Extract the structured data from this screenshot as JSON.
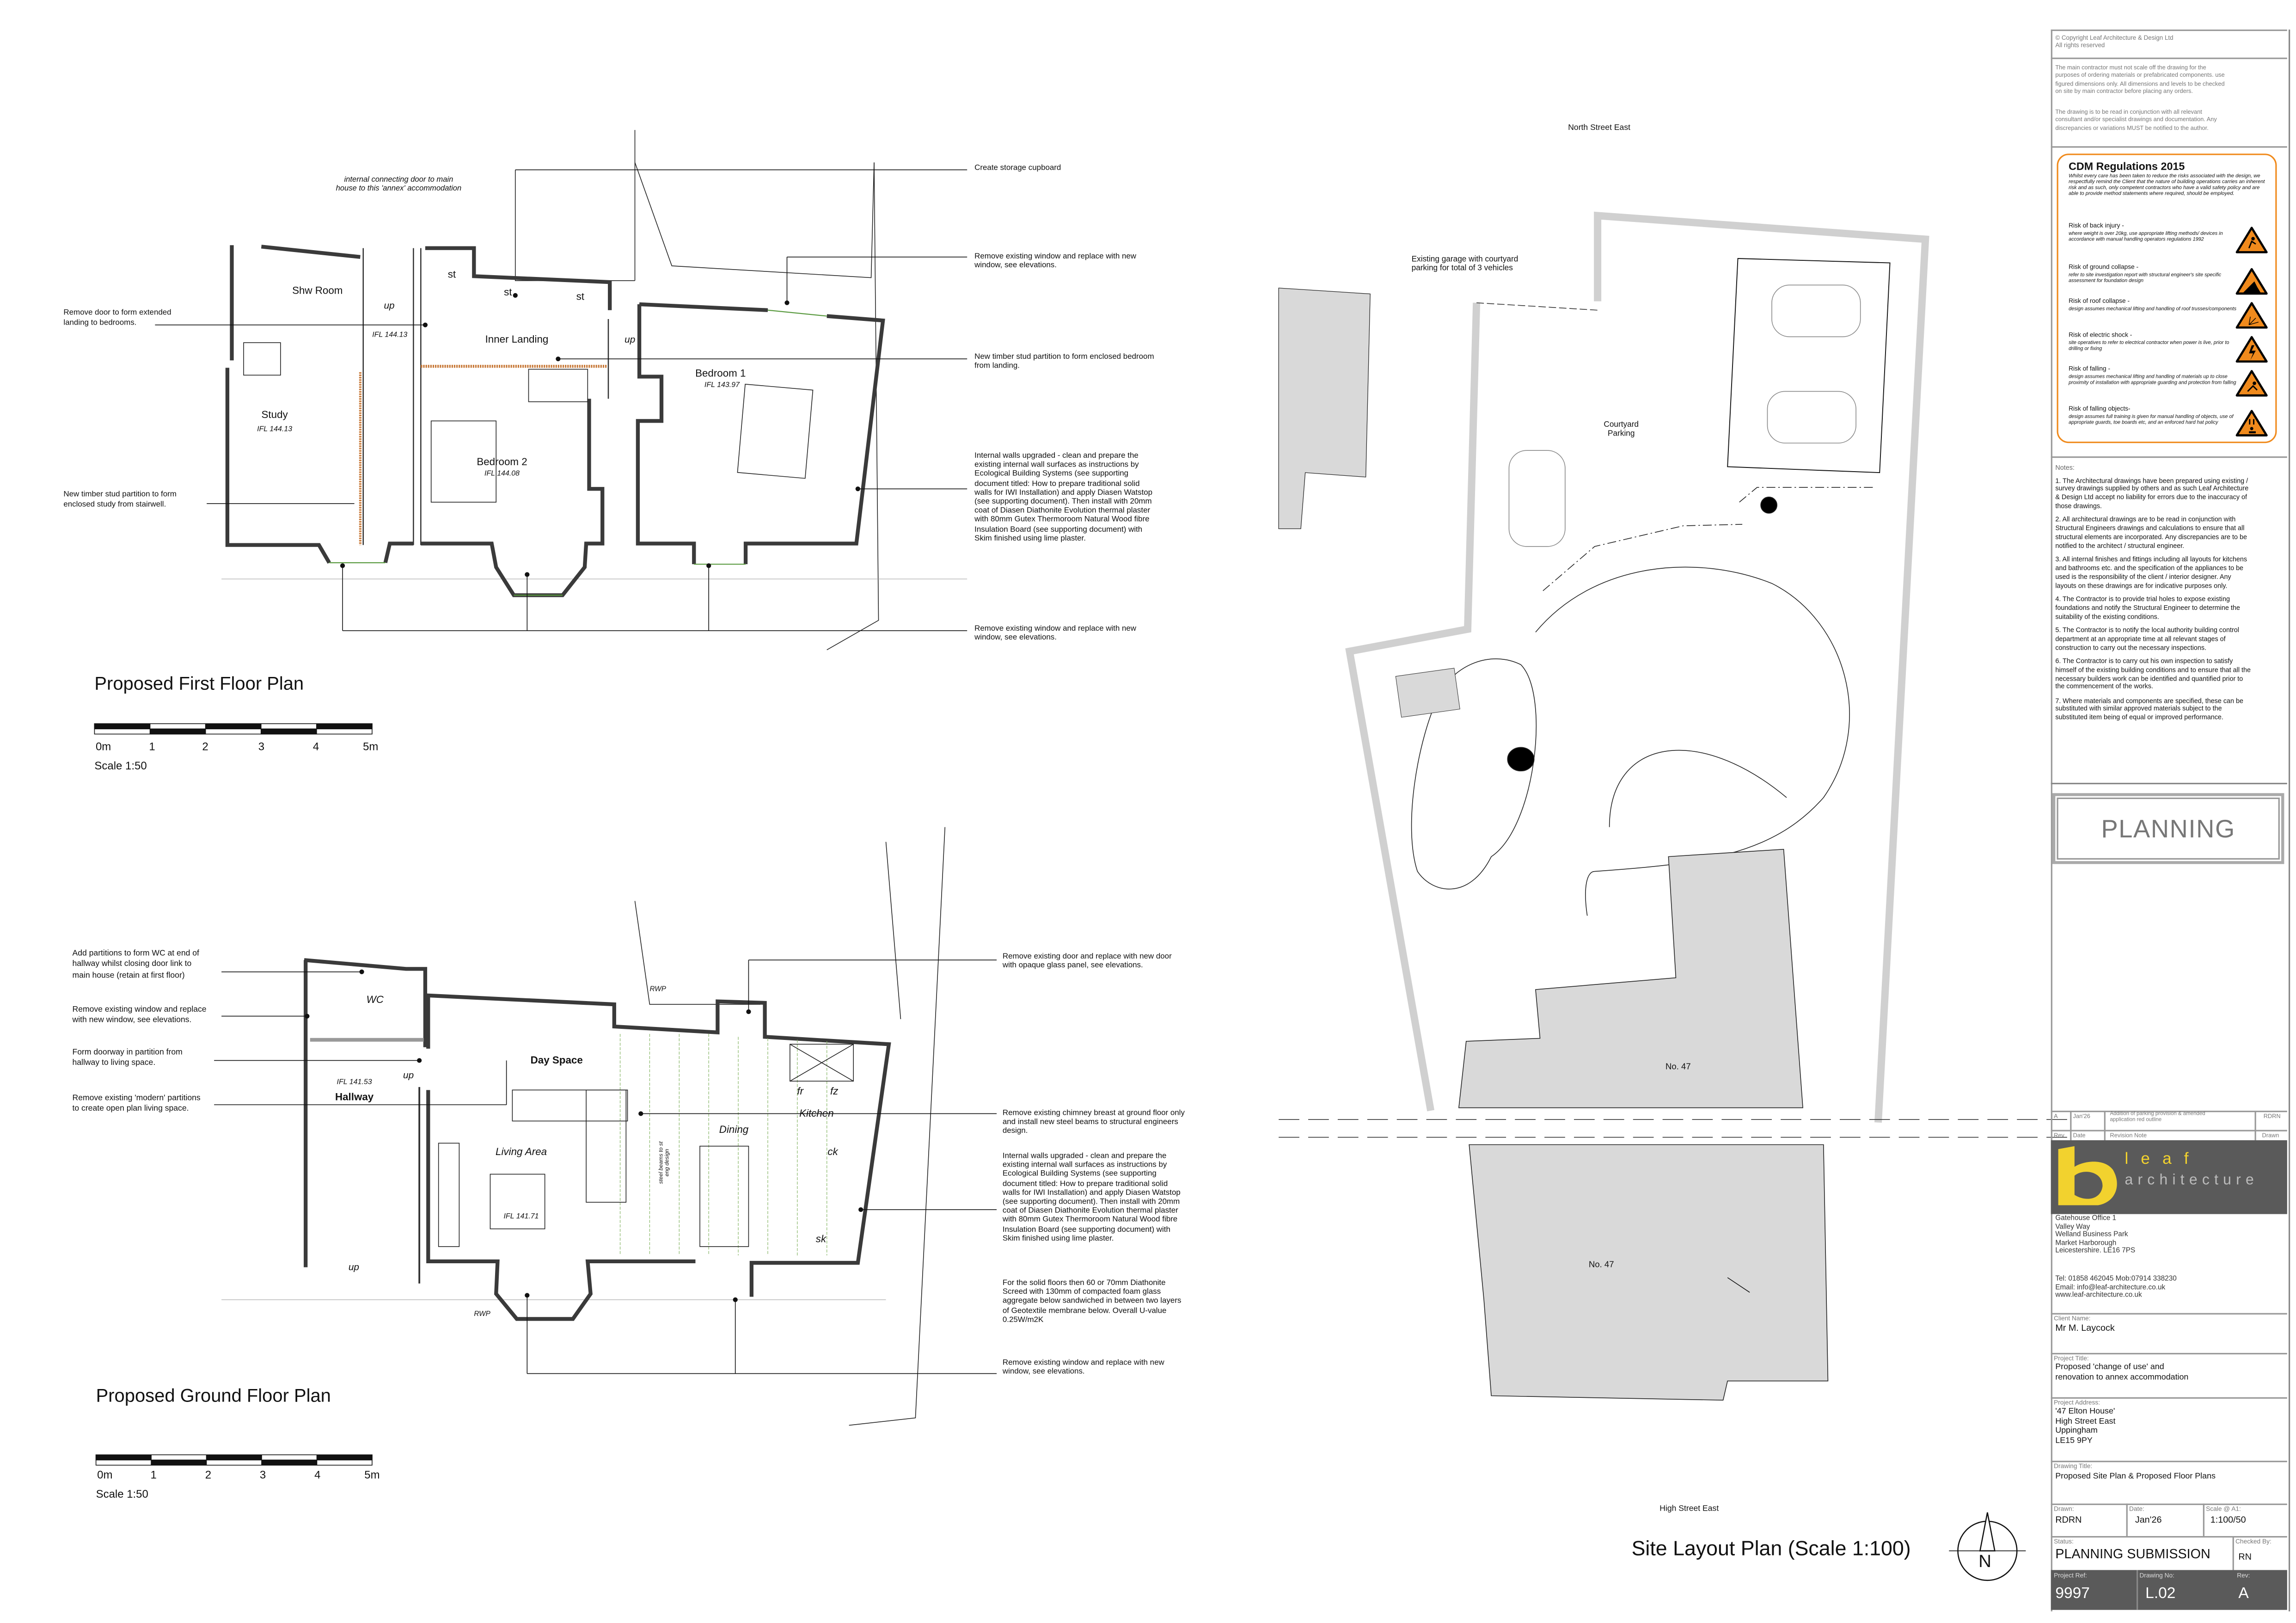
{
  "first_floor": {
    "title": "Proposed First Floor Plan",
    "scale_text": "Scale 1:50",
    "scale_labels": [
      "0m",
      "1",
      "2",
      "3",
      "4",
      "5m"
    ],
    "connecting_door_note": "internal connecting door to main\nhouse to this 'annex' accommodation",
    "rooms": {
      "shower": "Shw\nRoom",
      "study": "Study",
      "study_ifl": "IFL 144.13",
      "landing": "Inner Landing",
      "landing_ifl": "IFL 144.13",
      "bed1": "Bedroom 1",
      "bed1_ifl": "IFL 143.97",
      "bed2": "Bedroom 2",
      "bed2_ifl": "IFL 144.08",
      "st": "st",
      "up": "up"
    },
    "notes_left": [
      "Remove door to form extended\nlanding to bedrooms.",
      "New timber stud partition to form\nenclosed study from stairwell."
    ],
    "notes_right": [
      "Create storage cupboard",
      "Remove existing window and replace with new\nwindow, see elevations.",
      "New timber stud partition to form enclosed bedroom\nfrom landing.",
      "Internal walls upgraded - clean and prepare the\nexisting internal wall surfaces as instructions by\nEcological Building Systems (see supporting\ndocument titled: How to prepare traditional solid\nwalls for IWI Installation) and apply Diasen Watstop\n(see supporting document). Then install with 20mm\ncoat of Diasen Diathonite Evolution thermal plaster\nwith 80mm Gutex Thermoroom Natural Wood fibre\nInsulation Board (see supporting document) with\nSkim finished using lime plaster.",
      "Remove existing window and replace with new\nwindow, see elevations."
    ]
  },
  "ground_floor": {
    "title": "Proposed Ground Floor Plan",
    "scale_text": "Scale 1:50",
    "scale_labels": [
      "0m",
      "1",
      "2",
      "3",
      "4",
      "5m"
    ],
    "rooms": {
      "wc": "WC",
      "day": "Day Space",
      "hall": "Hallway",
      "hall_ifl": "IFL 141.53",
      "living": "Living\nArea",
      "living_ifl": "IFL 141.71",
      "dining": "Dining",
      "kitchen": "Kitchen",
      "fr": "fr",
      "fz": "fz",
      "ck": "ck",
      "sk": "sk",
      "up": "up",
      "rwp": "RWP",
      "beam": "steel beams to st\neng design"
    },
    "notes_left": [
      "Add partitions to form WC at end of\nhallway whilst closing door link to\nmain house (retain at first floor)",
      "Remove existing window and replace\nwith new window, see elevations.",
      "Form doorway in partition from\nhallway to living space.",
      "Remove existing 'modern' partitions\nto create open plan living space."
    ],
    "notes_right": [
      "Remove existing door and replace with new door\nwith opaque glass panel, see elevations.",
      "Remove existing chimney breast at ground floor only\nand install new steel beams to structural engineers\ndesign.",
      "Internal walls upgraded - clean and prepare the\nexisting internal wall surfaces as instructions by\nEcological Building Systems (see supporting\ndocument titled: How to prepare traditional solid\nwalls for IWI Installation) and apply Diasen Watstop\n(see supporting document). Then install with 20mm\ncoat of Diasen Diathonite Evolution thermal plaster\nwith 80mm Gutex Thermoroom Natural Wood fibre\nInsulation Board (see supporting document) with\nSkim finished using lime plaster.",
      "For the solid floors then 60 or 70mm Diathonite\nScreed with 130mm of compacted foam glass\naggregate below sandwiched in between two layers\nof Geotextile membrane below. Overall U-value\n0.25W/m2K",
      "Remove existing window and replace with new\nwindow, see elevations."
    ]
  },
  "site_plan": {
    "title": "Site Layout Plan (Scale 1:100)",
    "north_street": "North Street East",
    "high_street": "High Street East",
    "garage_note": "Existing garage with courtyard\nparking for total of 3 vehicles",
    "courtyard": "Courtyard\nParking",
    "no47": "No. 47",
    "north_label": "N"
  },
  "title_block": {
    "copyright": "© Copyright Leaf Architecture & Design Ltd\nAll rights reserved",
    "disclaimer_1": "The main contractor must not scale off the drawing for the\npurposes of ordering materials or prefabricated components. use\nfigured dimensions only. All dimensions and levels to be checked\non site by main contractor before placing any orders.",
    "disclaimer_2": "The drawing is to be read in conjunction with all relevant\nconsultant and/or specialist drawings and documentation. Any\ndiscrepancies or variations MUST be notified to the author.",
    "cdm": {
      "title": "CDM Regulations 2015",
      "intro": "Whilst every care has been taken to reduce the risks associated with the design, we respectfully remind the Client that the nature of building operations carries an inherent risk and as such, only competent contractors who have a valid safety policy and are able to provide method statements where required, should be employed.",
      "risks": [
        {
          "title": "Risk of back injury -",
          "text": "where weight is over 20kg, use appropriate lifting methods/ devices in accordance with manual handling operators regulations 1992",
          "icon": "lifting-hazard-icon"
        },
        {
          "title": "Risk of ground collapse -",
          "text": "refer to site investigation report with structural engineer's site specific assessment for foundation design",
          "icon": "ground-collapse-hazard-icon"
        },
        {
          "title": "Risk of roof collapse -",
          "text": "design assumes mechanical lifting and handling of roof trusses/components",
          "icon": "roof-collapse-hazard-icon"
        },
        {
          "title": "Risk of electric shock -",
          "text": "site operatives to refer to electrical contractor when power is live, prior to drilling or fixing",
          "icon": "electric-shock-hazard-icon"
        },
        {
          "title": "Risk of falling -",
          "text": "design assumes mechanical lifting and handling of materials up to close proximity of installation with appropriate guarding and protection from falling",
          "icon": "falling-hazard-icon"
        },
        {
          "title": "Risk of falling objects-",
          "text": "design assumes full training is given for manual handling of objects, use of appropriate guards, toe boards etc, and an enforced hard hat policy",
          "icon": "falling-objects-hazard-icon"
        }
      ]
    },
    "notes_heading": "Notes:",
    "notes": [
      "1. The Architectural drawings have been prepared using existing /\nsurvey drawings supplied by others and as such Leaf Architecture\n& Design Ltd accept no liability for errors due to the inaccuracy of\nthose drawings.",
      "2. All architectural drawings are to be read in conjunction with\nStructural Engineers drawings and calculations to ensure that all\nstructural elements are incorporated. Any discrepancies are to be\nnotified to the architect / structural engineer.",
      "3. All internal finishes and fittings including all layouts for kitchens\nand bathrooms etc. and the specification of the appliances to be\nused is the responsibility of the client / interior designer. Any\nlayouts on these drawings are for indicative purposes only.",
      "4. The Contractor is to provide trial holes to expose existing\nfoundations and notify the Structural Engineer to determine the\nsuitability of the existing conditions.",
      "5. The Contractor is to notify the local authority building control\ndepartment at an appropriate time at all relevant stages of\nconstruction to carry out the necessary inspections.",
      "6. The Contractor is to carry out his own inspection to satisfy\nhimself of the existing building conditions and to ensure that all the\nnecessary builders work can be identified and quantified prior to\nthe commencement of the works.",
      "7. Where materials and components are specified, these can be\nsubstituted with similar approved materials subject to the\nsubstituted item being of equal or improved performance."
    ],
    "stamp": "PLANNING",
    "revision": {
      "rev": "A",
      "date": "Jan'26",
      "note": "Addition of parking provision & amended\napplication red outline",
      "drawn": "RDRN",
      "headers": {
        "rev": "Rev",
        "date": "Date",
        "note": "Revision Note",
        "drawn": "Drawn"
      }
    },
    "logo": {
      "word1": "leaf",
      "word2": "architecture"
    },
    "office_address": "Gatehouse Office 1\nValley Way\nWelland Business Park\nMarket Harborough\nLeicestershire. LE16 7PS",
    "contact": "Tel: 01858 462045   Mob:07914 338230\nEmail: info@leaf-architecture.co.uk\nwww.leaf-architecture.co.uk",
    "client_label": "Client Name:",
    "client": "Mr M. Laycock",
    "project_title_label": "Project Title:",
    "project_title": "Proposed 'change of use' and\nrenovation  to annex accommodation",
    "project_address_label": "Project Address:",
    "project_address": "'47 Elton House'\nHigh Street East\nUppingham\nLE15 9PY",
    "drawing_title_label": "Drawing Title:",
    "drawing_title": "Proposed Site Plan & Proposed Floor Plans",
    "drawn_label": "Drawn:",
    "drawn": "RDRN",
    "date_label": "Date:",
    "date": "Jan'26",
    "scale_label": "Scale @ A1:",
    "scale": "1:100/50",
    "status_label": "Status:",
    "status": "PLANNING SUBMISSION",
    "checked_label": "Checked By:",
    "checked": "RN",
    "ref_label": "Project Ref:",
    "ref": "9997",
    "drawing_no_label": "Drawing No:",
    "drawing_no": "L.02",
    "rev_label": "Rev:",
    "rev": "A"
  },
  "colors": {
    "wall": "#3a3a3a",
    "site_grey": "#d9d9d9",
    "cdm_orange": "#f08a1c",
    "logo_yellow": "#f2d22e",
    "title_bar": "#5a5a5a"
  }
}
